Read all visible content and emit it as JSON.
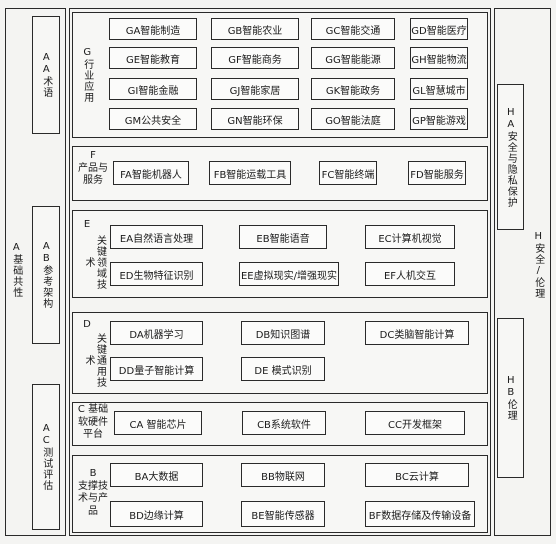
{
  "diagram": {
    "A": {
      "label": "A基础共性"
    },
    "AA": {
      "label": "AA术语"
    },
    "AB": {
      "label": "AB参考架构"
    },
    "AC": {
      "label": "AC测试评估"
    },
    "G": {
      "label": "G行业应用",
      "items": [
        "GA智能制造",
        "GB智能农业",
        "GC智能交通",
        "GD智能医疗",
        "GE智能教育",
        "GF智能商务",
        "GG智能能源",
        "GH智能物流",
        "GI智能金融",
        "GJ智能家居",
        "GK智能政务",
        "GL智慧城市",
        "GM公共安全",
        "GN智能环保",
        "GO智能法庭",
        "GP智能游戏"
      ]
    },
    "F": {
      "label_line1": "F",
      "label_line2": "产品与",
      "label_line3": "服务",
      "items": [
        "FA智能机器人",
        "FB智能运载工具",
        "FC智能终端",
        "FD智能服务"
      ]
    },
    "E": {
      "label_letter": "E",
      "label_text": "关键领域技术",
      "items": [
        "EA自然语言处理",
        "EB智能语音",
        "EC计算机视觉",
        "ED生物特征识别",
        "EE虚拟现实/增强现实",
        "EF人机交互"
      ]
    },
    "D": {
      "label_letter": "D",
      "label_text": "关键通用技术",
      "items": [
        "DA机器学习",
        "DB知识图谱",
        "DC类脑智能计算",
        "DD量子智能计算",
        "DE 模式识别"
      ]
    },
    "C": {
      "label_line1": "C 基础",
      "label_line2": "软硬件",
      "label_line3": "平台",
      "items": [
        "CA 智能芯片",
        "CB系统软件",
        "CC开发框架"
      ]
    },
    "B": {
      "label_line1": "B",
      "label_line2": "支撑技",
      "label_line3": "术与产",
      "label_line4": "品",
      "items": [
        "BA大数据",
        "BB物联网",
        "BC云计算",
        "BD边缘计算",
        "BE智能传感器",
        "BF数据存储及传输设备"
      ]
    },
    "H": {
      "label": "H安全/伦理"
    },
    "HA": {
      "label": "HA安全与隐私保护"
    },
    "HB": {
      "label": "HB伦理"
    }
  }
}
